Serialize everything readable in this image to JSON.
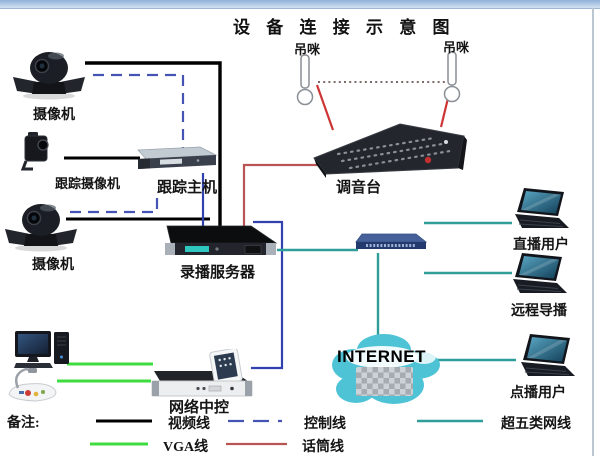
{
  "page": {
    "title": "设 备 连 接 示 意 图",
    "note_label": "备注:"
  },
  "devices": {
    "camera_top": {
      "label": "摄像机"
    },
    "tracking_camera": {
      "label": "跟踪摄像机"
    },
    "camera_mid": {
      "label": "摄像机"
    },
    "tracking_host": {
      "label": "跟踪主机"
    },
    "recording_server": {
      "label": "录播服务器"
    },
    "mixer": {
      "label": "调音台"
    },
    "mic_left": {
      "label": "吊咪"
    },
    "mic_right": {
      "label": "吊咪"
    },
    "internet": {
      "label": "INTERNET"
    },
    "network_control": {
      "label": "网络中控"
    },
    "live_user": {
      "label": "直播用户"
    },
    "remote_director": {
      "label": "远程导播"
    },
    "vod_user": {
      "label": "点播用户"
    }
  },
  "legend": {
    "items": [
      {
        "label": "视频线",
        "color": "#000000",
        "style": "solid"
      },
      {
        "label": "控制线",
        "color": "#4553b4",
        "style": "dashed"
      },
      {
        "label": "超五类网线",
        "color": "#2f9e99",
        "style": "solid"
      },
      {
        "label": "VGA线",
        "color": "#3fdc3f",
        "style": "solid"
      },
      {
        "label": "话筒线",
        "color": "#b85454",
        "style": "solid"
      }
    ]
  },
  "colors": {
    "video": "#000000",
    "control": "#4553b4",
    "net": "#2f9e99",
    "vga": "#3fdc3f",
    "mic": "#b85454",
    "micdiag": "#cd3535",
    "dot": "#6b5555",
    "blue": "#3142ae",
    "cloud": "#4fc3d6"
  }
}
